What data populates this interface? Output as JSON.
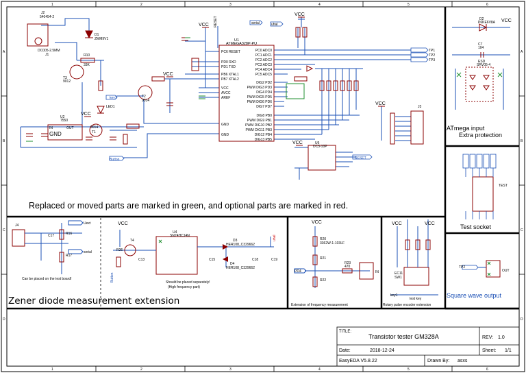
{
  "frame": {
    "col_numbers": [
      "1",
      "2",
      "3",
      "4",
      "5",
      "6"
    ],
    "row_letters": [
      "A",
      "B",
      "C",
      "D"
    ]
  },
  "notes": {
    "main_note": "Replaced or moved parts are marked in green, and optional parts are marked in red.",
    "zener_title": "Zener diode measurement extension",
    "test_board_note": "Can be placed on the test board!",
    "separately_note_1": "Should be placed separately!",
    "separately_note_2": "(High frequency part)",
    "freq_ext": "Extension of frequency measurement",
    "rotary_ext": "Rotary pulse encoder extension"
  },
  "sections": {
    "atmega_input": "ATmega input",
    "extra_protection": "Extra protection",
    "test_socket": "Test socket",
    "square_wave": "Square wave output"
  },
  "title_block": {
    "title_label": "TITLE:",
    "title": "Transistor tester GM328A",
    "rev_label": "REV:",
    "rev": "1.0",
    "date_label": "Date:",
    "date": "2018-12-24",
    "sheet_label": "Sheet:",
    "sheet": "1/1",
    "tool": "EasyEDA V5.8.22",
    "drawn_label": "Drawn By:",
    "drawn": "asxs"
  },
  "mcu": {
    "ref": "U1",
    "part": "ATMEGA328P-PU",
    "left_pins": [
      "PC6 RESET",
      "PD0 RXD",
      "PD1 TXD",
      "PB6 XTAL1",
      "PB7 XTAL2",
      "VCC",
      "AVCC",
      "AREF",
      "GND",
      "GND"
    ],
    "right_pins": [
      "PC0 ADC0",
      "PC1 ADC1",
      "PC2 ADC2",
      "PC3 ADC3",
      "PC4 ADC4",
      "PC5 ADC5",
      "DIG2 PD2",
      "PWM DIG3 PD3",
      "DIG4 PD4",
      "PWM DIG5 PD5",
      "PWM DIG6 PD6",
      "DIG7 PD7",
      "DIG8 PB0",
      "PWM DIG9 PB1",
      "PWM DIG10 PB2",
      "PWM DIG11 PB3",
      "DIG12 PB4",
      "DIG13 PB5"
    ]
  },
  "labels": {
    "vcc": "VCC",
    "gnd": "GND",
    "reset": "RESET",
    "tp1": "TP1",
    "tp2": "TP2",
    "tp3": "TP3",
    "button": "Button",
    "key1": "key1",
    "key2": "key 2",
    "uhal": "uhal",
    "serial": "serial",
    "uext": "Uext",
    "out": "OUT",
    "in": "IN",
    "pd4": "PD4",
    "test": "TEST",
    "esd": "ESD",
    "esd_part": "SRV05-4"
  },
  "parts": {
    "j2": "J2",
    "j2_part": "540454-2",
    "dc": "DC005-2.5MM",
    "j1": "J1",
    "d1": "D1",
    "d1_part": "ZMM9V1",
    "r10": "R10",
    "r10_val": "33K",
    "t3": "T3",
    "t3_part": "9012",
    "u2": "U2",
    "u2_part": "7550",
    "t1": "T1",
    "t1_part": "9014",
    "t2": "T2",
    "t2_part": "9014",
    "led": "LED1",
    "u6": "U6",
    "u6_part": "DC3-10P",
    "j3": "J3",
    "d2": "D2",
    "d2_part": "P6KE6V8A",
    "c7": "C7",
    "c7_val": "104",
    "u4": "U4",
    "u4_part": "SN74HC14N",
    "d3": "D3",
    "d3_part": "HER108_C329662",
    "d4": "D4",
    "d4_part": "HER108_C329662",
    "r20": "R20",
    "r20_val": "3362W-1-103LF",
    "r21": "R21",
    "r22": "R22",
    "r23": "R23",
    "r23_val": "470",
    "ec11": "EC11",
    "sw1": "SW1",
    "test_key": "test key",
    "j4": "J4",
    "c17": "C17",
    "r16": "R16",
    "r17": "R17",
    "c15": "C15",
    "c18": "C18",
    "c19": "C19",
    "c13": "C13",
    "t4": "T4",
    "r26": "R26"
  }
}
